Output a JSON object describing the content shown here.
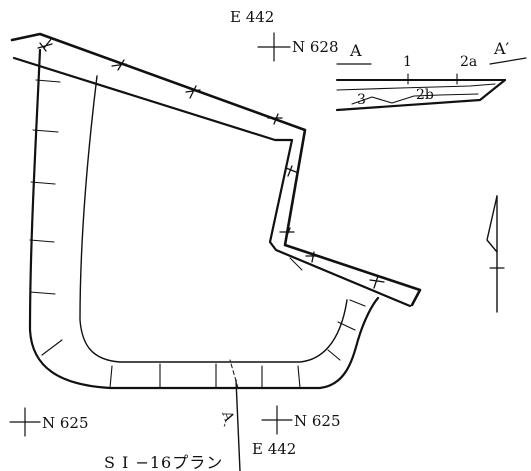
{
  "drawing": {
    "caption": "S I −16プラン",
    "grid_points": {
      "top_easting": "E 442",
      "top_northing": "N 628",
      "bottom_left_northing": "N 625",
      "bottom_right_northing": "N 625",
      "bottom_easting": "E 442"
    },
    "section": {
      "start_label": "A",
      "end_label": "A′",
      "plan_marker": "Aˎ",
      "layers": {
        "layer1": "1",
        "layer2a": "2a",
        "layer2b": "2b",
        "layer3": "3"
      }
    }
  },
  "colors": {
    "ink": "#111111",
    "paper": "#ffffff"
  }
}
